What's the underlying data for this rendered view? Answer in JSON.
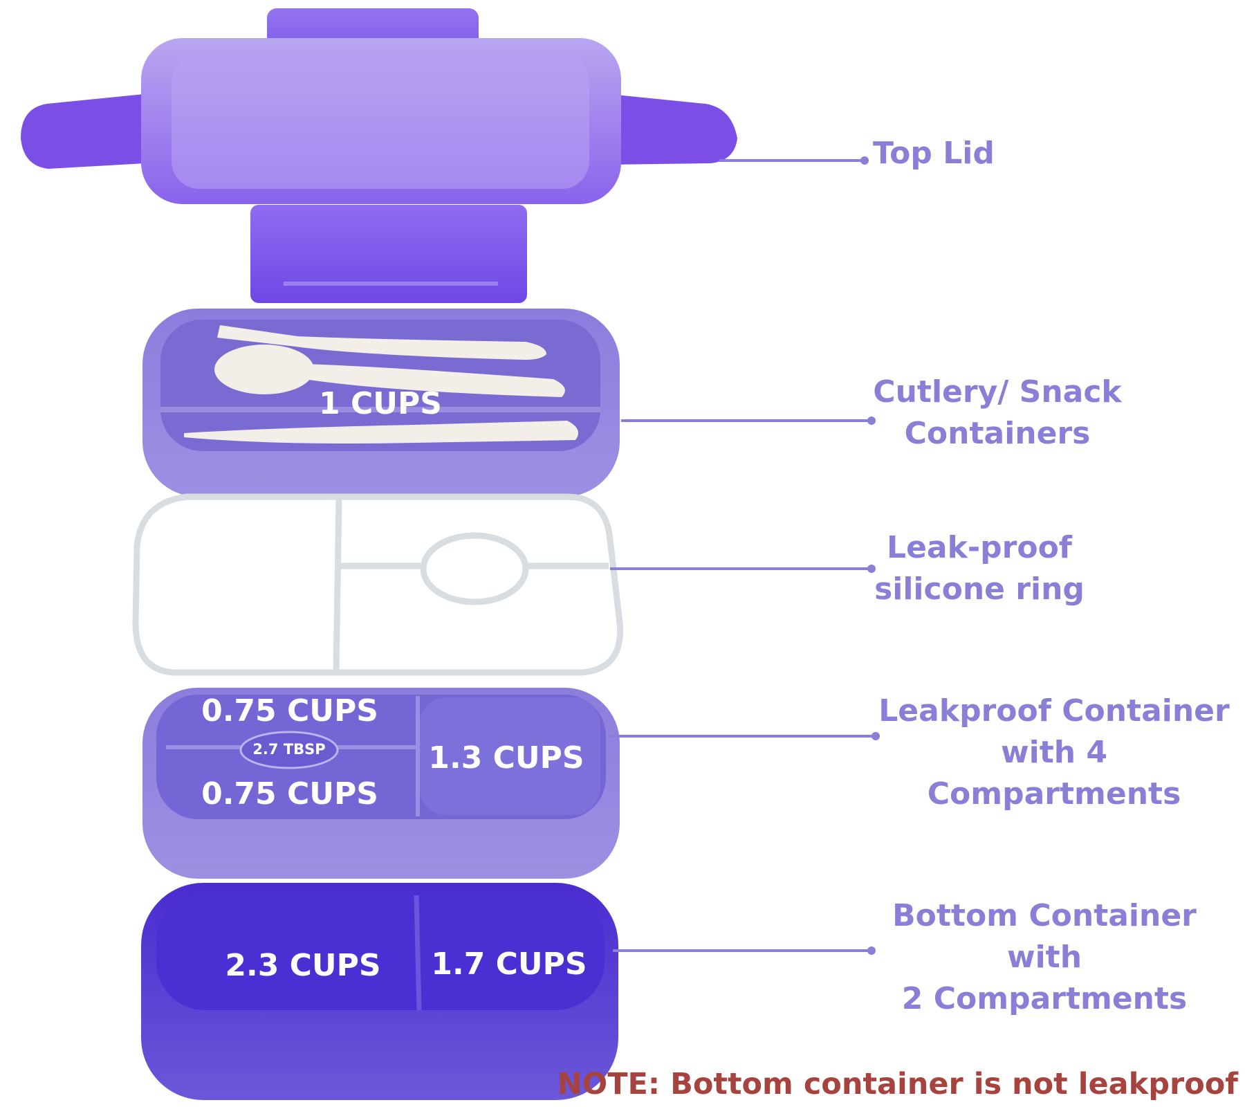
{
  "labels": {
    "top_lid": "Top Lid",
    "cutlery_line1": "Cutlery/ Snack",
    "cutlery_line2": "Containers",
    "ring_line1": "Leak-proof",
    "ring_line2": "silicone ring",
    "leakproof_line1": "Leakproof Container",
    "leakproof_line2": "with 4 Compartments",
    "bottom_line1": "Bottom Container with",
    "bottom_line2": "2 Compartments"
  },
  "capacities": {
    "cutlery_tray": "1 CUPS",
    "leak_top_left": "0.75 CUPS",
    "leak_sauce_cup": "2.7 TBSP",
    "leak_bottom_left": "0.75 CUPS",
    "leak_right": "1.3 CUPS",
    "bottom_left": "2.3 CUPS",
    "bottom_right": "1.7 CUPS"
  },
  "note": "NOTE: Bottom container is not leakproof",
  "colors": {
    "label_purple": "#8a7fd6",
    "note_red": "#a7433f",
    "lid_purple": "#8f6ee8",
    "tray_purple": "#7f6fd6",
    "bottom_purple": "#5a3fd4",
    "ring_gray": "#d7dde0"
  }
}
